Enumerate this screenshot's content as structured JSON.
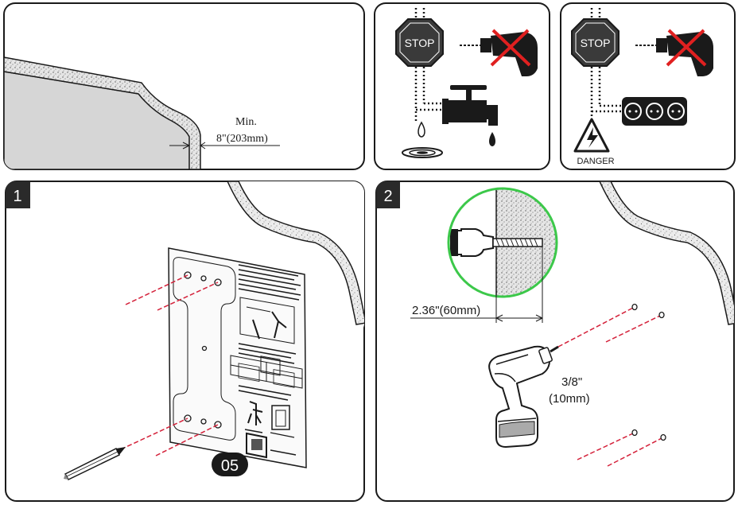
{
  "clearance": {
    "min_label": "Min.",
    "distance_label": "8\"(203mm)"
  },
  "warnings": {
    "stop_label": "STOP",
    "danger_label": "DANGER"
  },
  "steps": [
    {
      "number": "1",
      "template_code": "05"
    },
    {
      "number": "2",
      "depth_label": "2.36\"(60mm)",
      "bit_size_label": "3/8\"",
      "bit_size_metric": "(10mm)"
    }
  ],
  "colors": {
    "outline": "#1a1a1a",
    "guide_line": "#d4213a",
    "magnify_ring": "#3cc84a",
    "warning_cross": "#e02020",
    "mirror_fill": "#d6d6d6",
    "wall_fill": "#f0f0f0"
  }
}
